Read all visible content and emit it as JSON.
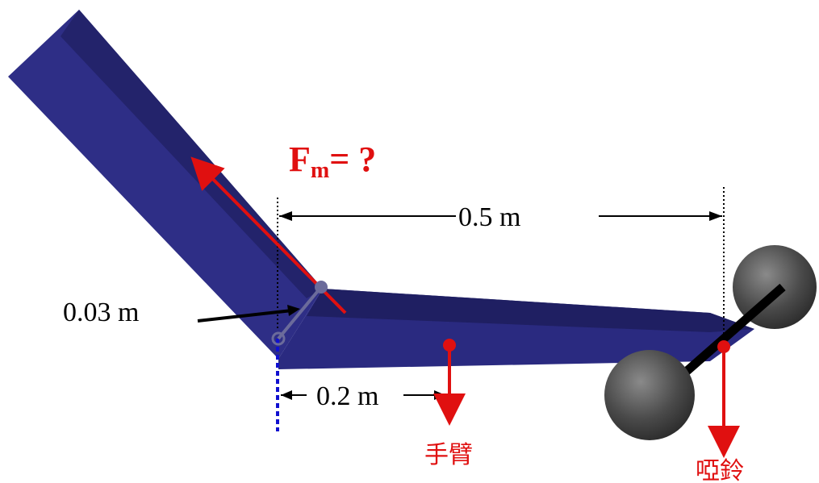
{
  "diagram": {
    "force_label": {
      "main": "F",
      "sub": "m",
      "rest": "= ?"
    },
    "distance_total": "0.5 m",
    "distance_muscle": "0.03 m",
    "distance_forearm_cg": "0.2 m",
    "label_forearm": "手臂",
    "label_dumbbell": "啞鈴"
  },
  "colors": {
    "arm": "#2a2a7a",
    "arm_dark": "#1c1c5e",
    "force": "#e01010",
    "dumbbell": "#3a3a3a",
    "text": "#000000",
    "reference_line": "#1010d0"
  }
}
